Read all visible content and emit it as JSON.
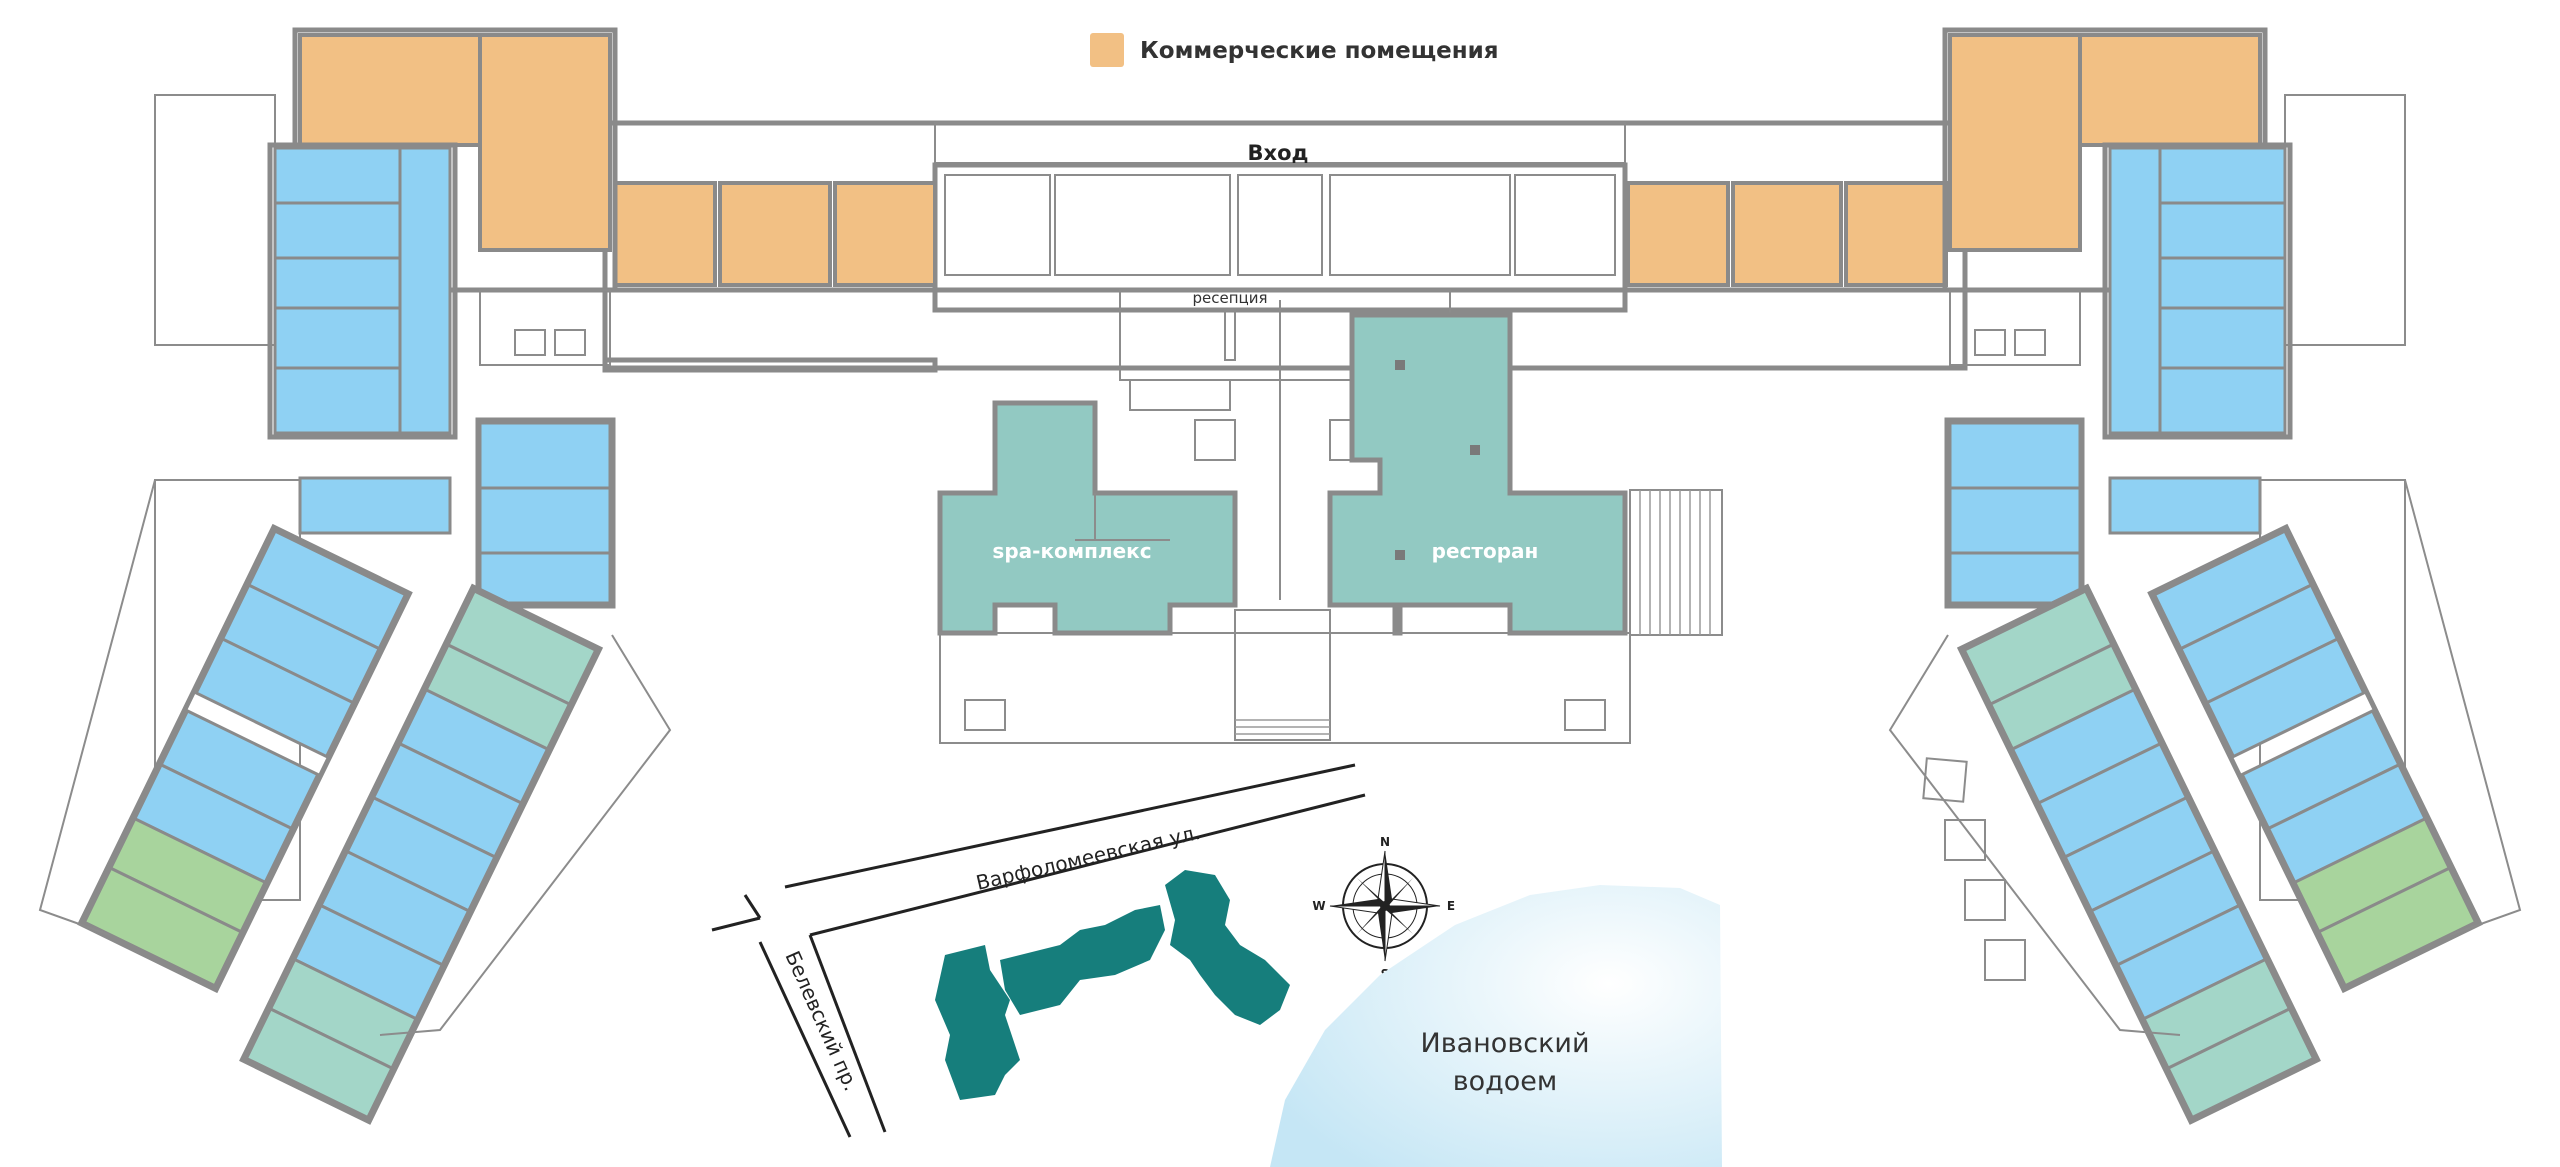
{
  "legend": {
    "label": "Коммерческие помещения",
    "color": "#f2c084"
  },
  "labels": {
    "entrance": "Вход",
    "reception": "ресепция",
    "spa": "spa-комплекс",
    "restaurant": "ресторан",
    "street_1": "Варфоломеевская ул.",
    "street_2": "Белевский пр.",
    "water_line1": "Ивановский",
    "water_line2": "водоем"
  },
  "compass": {
    "n": "N",
    "s": "S",
    "e": "E",
    "w": "W"
  },
  "colors": {
    "commercial": "#f2c084",
    "apartment": "#8fd1f3",
    "teal_room": "#92c9c2",
    "green_room": "#a8d49d",
    "mint_room": "#a3d6c8",
    "building_mini": "#167e7c",
    "water": "#d7eef8",
    "walls": "#8a8a8a"
  }
}
